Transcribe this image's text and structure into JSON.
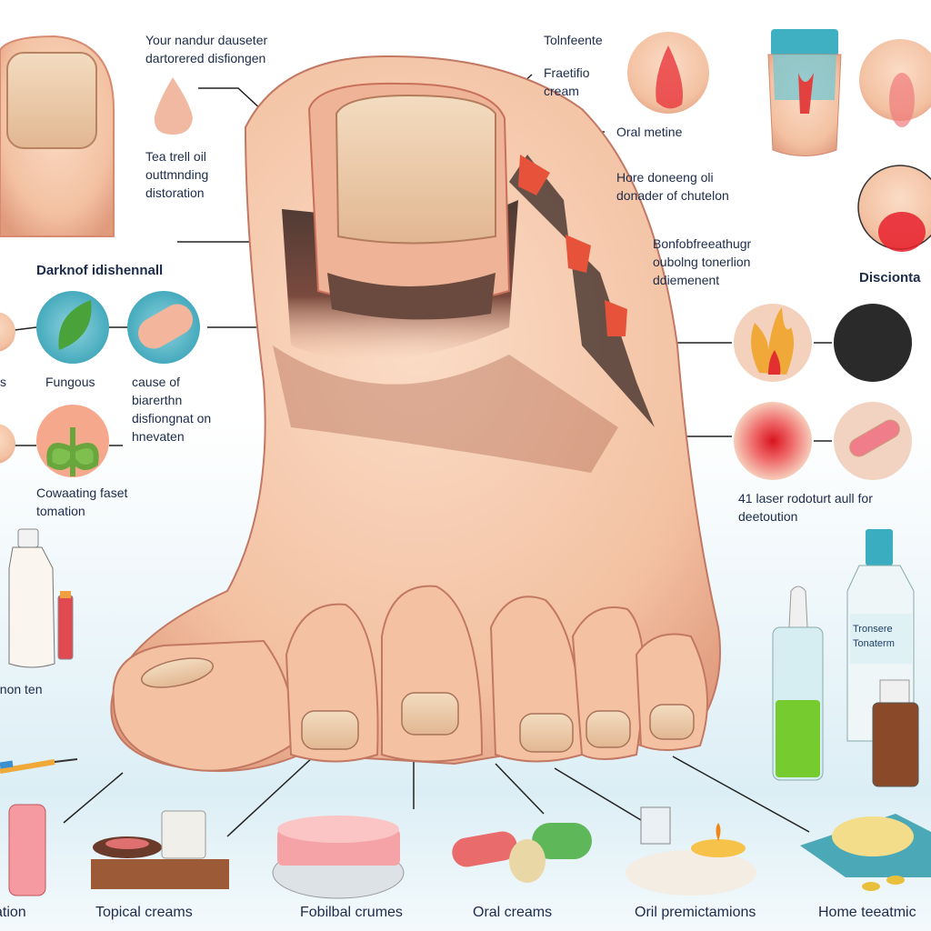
{
  "labels": {
    "top_left": [
      "Your nandur dauseter",
      "dartorered disfiongen"
    ],
    "tea_tree": [
      "Tea trell oil",
      "outtmnding",
      "distoration"
    ],
    "treatments_heading": "Tolnfeente",
    "fraetifio": [
      "Fraetifio",
      "cream"
    ],
    "oral_metine": "Oral metine",
    "hore": [
      "Hore doneeng oli",
      "donader of chutelon"
    ],
    "dark_heading": "Darknof idishennall",
    "partial_s": "s",
    "fungous": "Fungous",
    "cause": [
      "cause of",
      "biarerthn",
      "disfiongnat on",
      "hnevaten"
    ],
    "cowaating": [
      "Cowaating faset",
      "tomation"
    ],
    "bonfob": [
      "Bonfobfreeathugr",
      "oubolng tonerlion",
      "ddiemenent"
    ],
    "discionta": "Discionta",
    "laser": [
      "41 laser rodoturt aull for",
      "deetoution"
    ],
    "onon": "onon ten",
    "bottle_label": [
      "Tronsere",
      "Tonaterm"
    ]
  },
  "bottom_labels": [
    "ation",
    "Topical creams",
    "Fobilbal crumes",
    "Oral creams",
    "Oril premictamions",
    "Home teeatmic"
  ],
  "colors": {
    "text": "#1d2b4a",
    "skin": "#f2c3a4",
    "skin_dark": "#d98d70",
    "discolor": "#5a3f35",
    "teal": "#5bbccc",
    "inflamed": "#e0303a"
  }
}
